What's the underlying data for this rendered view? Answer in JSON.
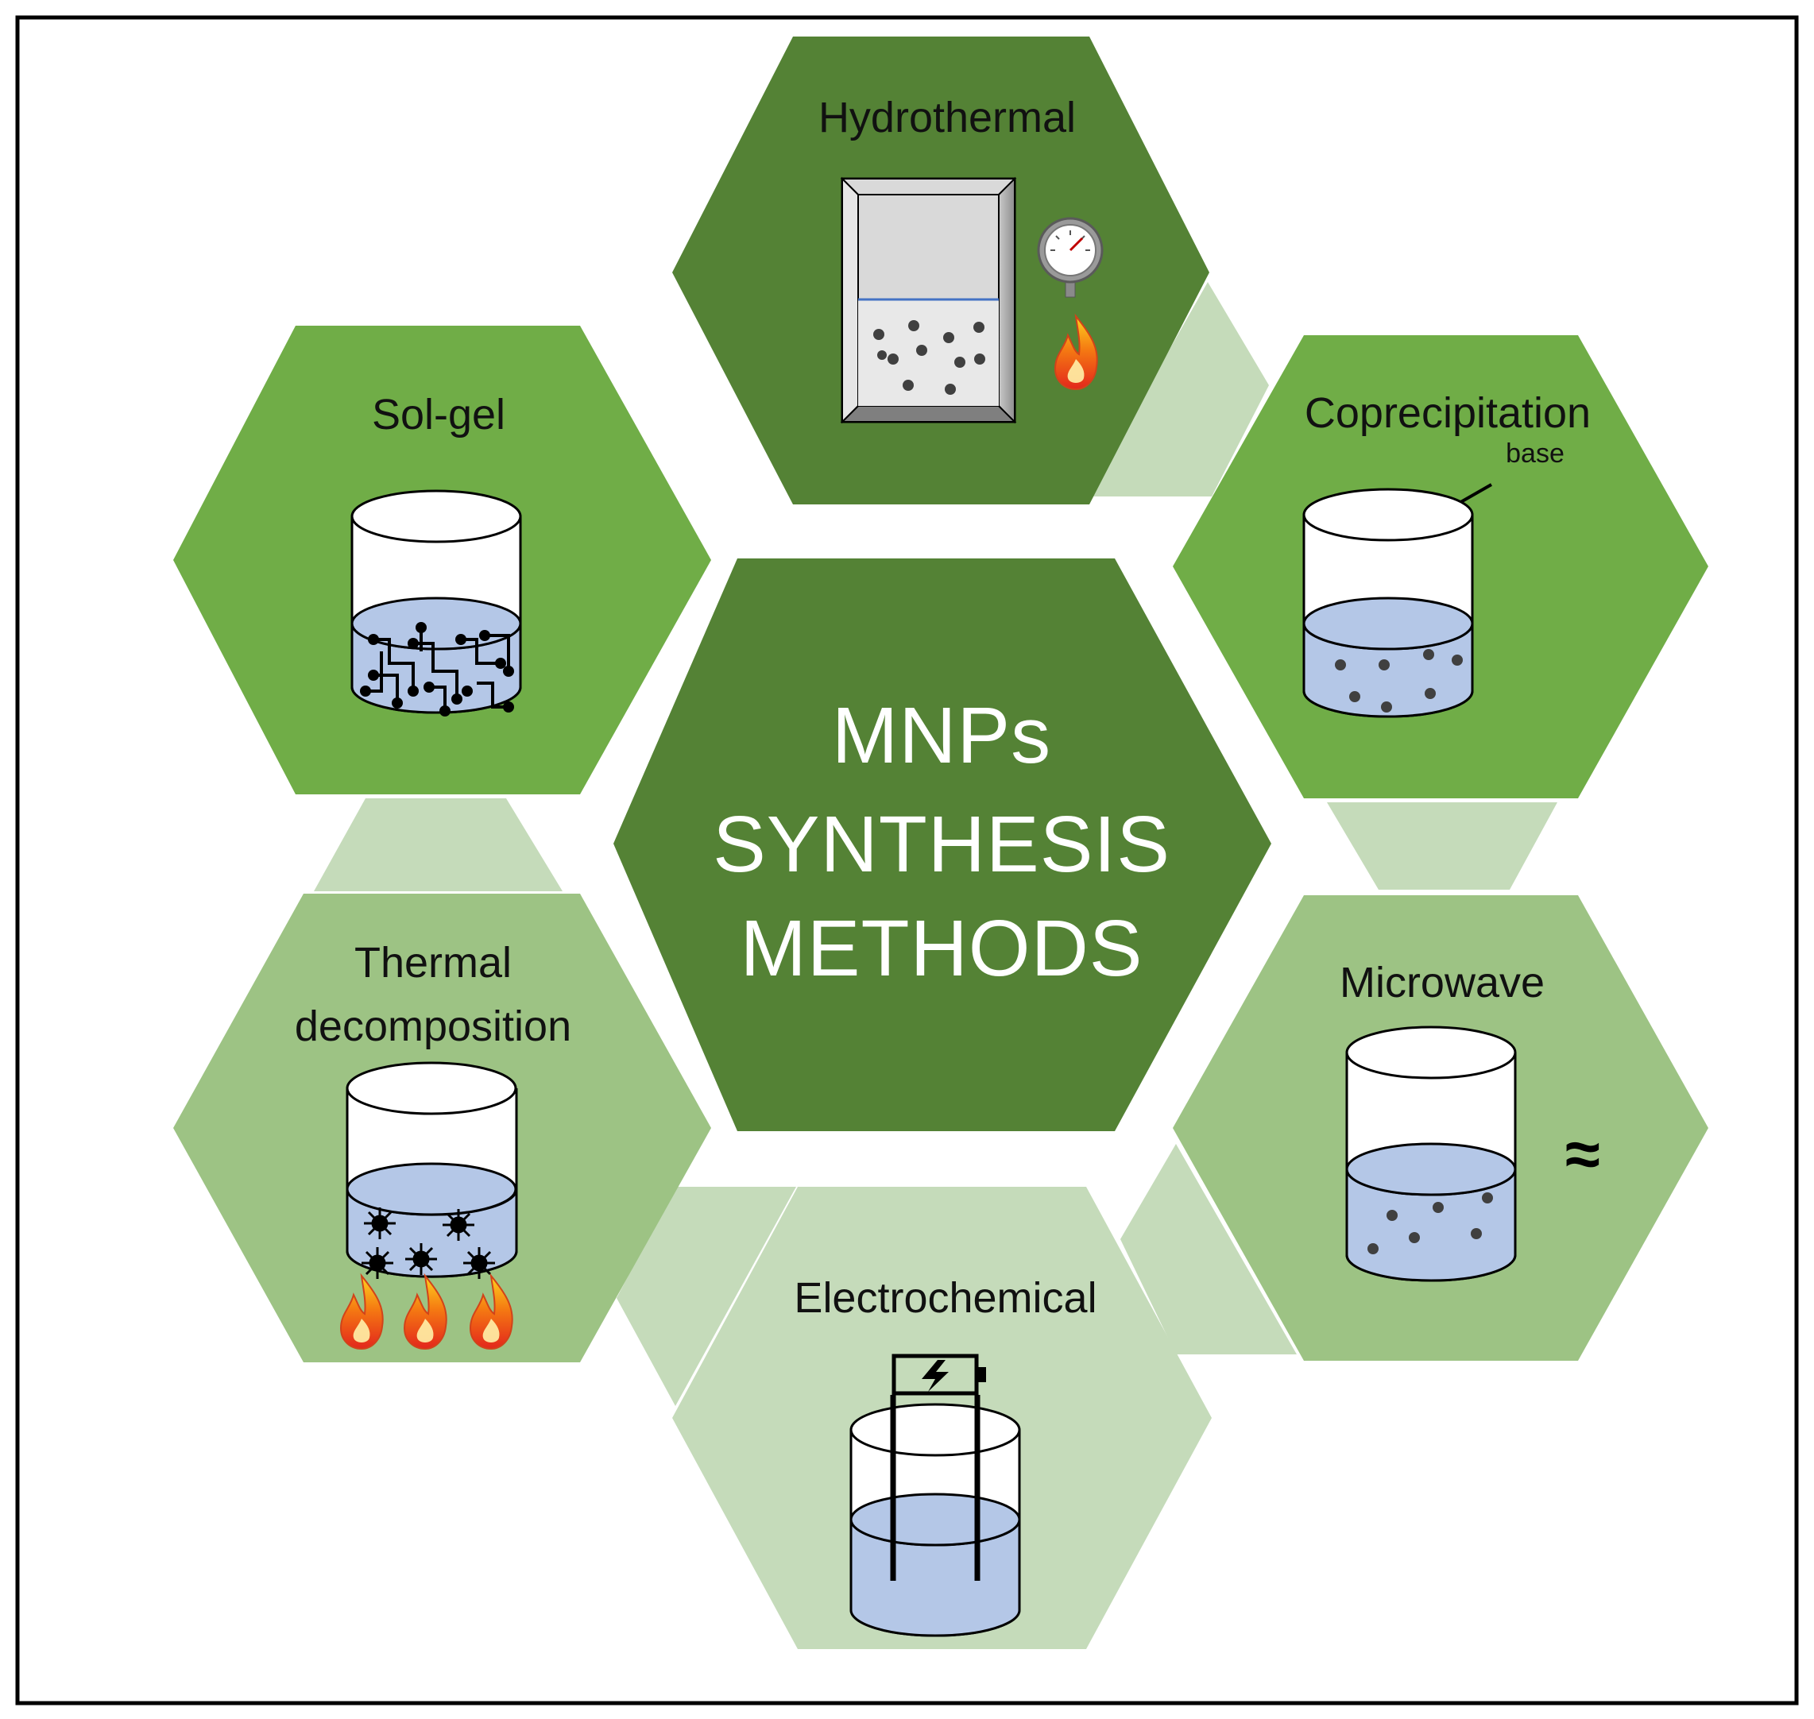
{
  "diagram": {
    "center": {
      "lines": [
        "MNPs",
        "SYNTHESIS",
        "METHODS"
      ]
    },
    "methods": [
      {
        "id": "hydrothermal",
        "label": "Hydrothermal"
      },
      {
        "id": "coprecipitation",
        "label": "Coprecipitation",
        "annotation": "base"
      },
      {
        "id": "microwave",
        "label": "Microwave",
        "symbol": "≈"
      },
      {
        "id": "electrochemical",
        "label": "Electrochemical"
      },
      {
        "id": "thermal-decomposition",
        "label_lines": [
          "Thermal",
          "decomposition"
        ]
      },
      {
        "id": "sol-gel",
        "label": "Sol-gel"
      }
    ]
  },
  "colors": {
    "dark_green": "#548235",
    "medium_green": "#70AD47",
    "light_green": "#9DC384",
    "pale_green": "#C5DBBA",
    "liquid_blue": "#B4C7E7",
    "border": "#000000"
  },
  "icons": [
    "autoclave-icon",
    "pressure-gauge-icon",
    "flame-icon",
    "beaker-icon",
    "arrow-icon",
    "battery-icon",
    "electrode-icon",
    "particle-icon",
    "gel-network-icon",
    "micelle-icon"
  ]
}
